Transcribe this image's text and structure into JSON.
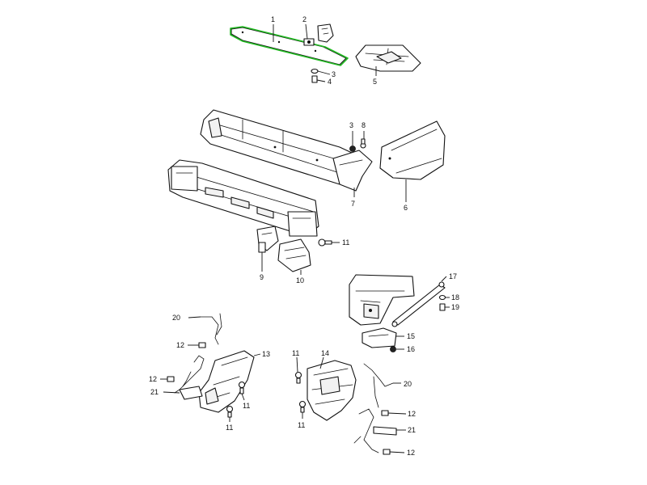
{
  "diagram": {
    "highlight_color": "#22bb22",
    "callouts": {
      "c1": "1",
      "c2": "2",
      "c3a": "3",
      "c4": "4",
      "c5": "5",
      "c3b": "3",
      "c8": "8",
      "c6": "6",
      "c7": "7",
      "c11a": "11",
      "c9": "9",
      "c10": "10",
      "c17": "17",
      "c18": "18",
      "c19": "19",
      "c15": "15",
      "c16": "16",
      "c20a": "20",
      "c12a": "12",
      "c13": "13",
      "c12b": "12",
      "c21a": "21",
      "c11b": "11",
      "c11c": "11",
      "c11d": "11",
      "c14": "14",
      "c20b": "20",
      "c12c": "12",
      "c11e": "11",
      "c21b": "21",
      "c12d": "12"
    }
  }
}
